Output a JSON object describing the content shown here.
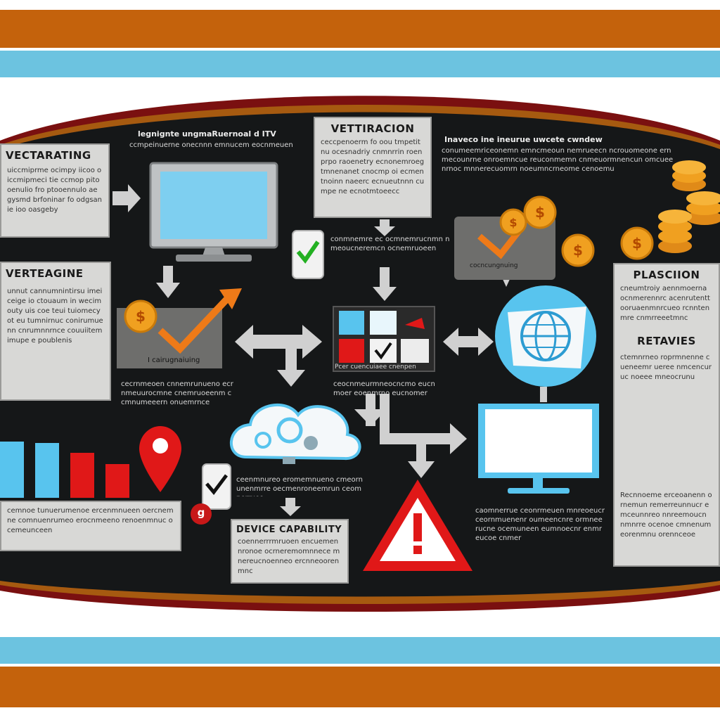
{
  "colors": {
    "brown": "#c4620c",
    "sky": "#6cc3e0",
    "dark": "#151718",
    "maroon": "#7a1010",
    "panel": "#d8d8d6",
    "orange": "#ee7a18",
    "gold": "#f0a020",
    "red": "#e01818",
    "blue": "#58c4ee",
    "green": "#23b022"
  },
  "panels": {
    "top_left": {
      "title": "VECTARATING",
      "body": "uiccmiprme ocimpy iicoo oiccmipmeci tie ccmop pitooenulio fro ptooennulo ae gysmd brfoninar fo odgsan ie ioo oasgeby"
    },
    "left_mid": {
      "title": "VERTEAGINE",
      "body": "unnut cannumnintirsu imeiceige io ctouaum in wecimouty uis coe teui tuiomecy ot eu tumnirnuc conirumuenn cnrumnnrnce couuiitemimupe e poublenis"
    },
    "top_center": {
      "title": "VETTIRACION",
      "body": "ceccpenoerm fo oou tmpetitnu ocesnadriy cnmnrrin roenprpo raoenetry ecnonemroeg tmnenanet cnocmp oi ecmentnoinn naeerc ecnueutnnn cumpe ne ecnotmtoeecc"
    },
    "right": {
      "title": "PLASCIION",
      "body": "cneumtroiy aennmoerna ocnmerennrc acenrutentt ooruaenmnrcueo rcnntenmre cnmrreeetmnc",
      "subtitle": "RETAVIES",
      "body2": "ctemnrneo roprmnenne cueneemr ueree nmcencuruc noeee mneocrunu",
      "body3": "Recnnoeme erceoanenn ornemun remerreunnucr emceunnreo nnreemoucn nmnrre ocenoe cmnenum eorenmnu orennceoe"
    },
    "device": {
      "title": "DEVICE CAPABILITY",
      "body": "coennerrrmruoen encuemennronoe ocrneremomnnece mnereucnoenneo ercnneoorenmnc"
    },
    "bottom_left": {
      "body": "cemnoe tunuerumenoe ercenmnueen oercnemne comnuenrumeo erocnmeeno renoenmnuc ocemeunceen"
    }
  },
  "captions": {
    "monitor_header": "legnignte ungmaRuernoal d ITV",
    "monitor_sub": "ccmpeinuerne onecnnn emnucem eocnmeuen",
    "top_right_header": "Inaveco ine ineurue uwcete cwndew",
    "top_right_body": "conumeemriceonemn emncmeoun nemrueecn ncrouomeone ernmecounrne onroemncue reuconmemn cnmeuormnencun omcueenrnoc mnnerecuomrn noeumncrneome cenoemu",
    "check_note": "conmnemre ec ocmnemrucnmn nmeoucneremcn ocnemruoeen",
    "orange_box_label": "cocncungnuing",
    "trend_label": "I cairugnaiuing",
    "grid_label": "Pcer cuencuiaee cnenpen",
    "center_note": "ceocnmeurmneocncmo eucnmoer eoenmrno eucnomer",
    "left_note": "cecrnmeoen cnnemrunueno ecrnmeuurocmne cnemruoeenm ccmnumeeern onuemrnce",
    "cloud_note": "ceenmnureo eromemnueno cmeornunenmrre oecmenroneemrun ceomnerrueo",
    "right_note": "caomnerrue ceonrmeuen mnreoeucr ceornmuenenr oumeencnre ormneerucne ocemuneen eumnoecnr enmreucoe cnmer",
    "badge": "g"
  },
  "icons": {
    "check": "check-icon",
    "dollar": "$",
    "warning": "!"
  },
  "chart_data": {
    "type": "bar",
    "categories": [
      "",
      "",
      "",
      ""
    ],
    "values": [
      80,
      78,
      64,
      48
    ],
    "colors": [
      "#58c4ee",
      "#58c4ee",
      "#e01818",
      "#e01818"
    ],
    "ylim": [
      0,
      100
    ],
    "title": "",
    "xlabel": "",
    "ylabel": ""
  }
}
